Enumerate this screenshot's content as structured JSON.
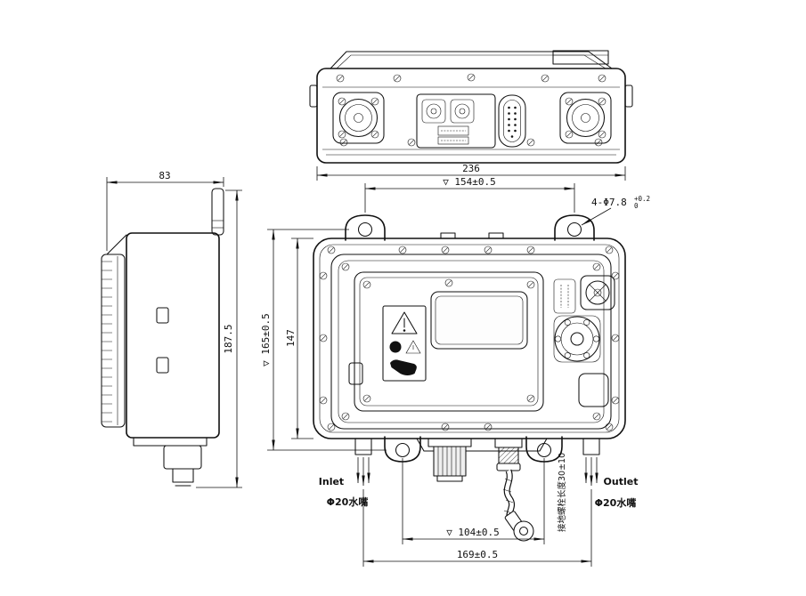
{
  "colors": {
    "line": "#111111",
    "background": "#ffffff"
  },
  "top_view": {
    "width_dim": "236"
  },
  "side_view": {
    "depth_dim": "83",
    "height_dim": "187.5"
  },
  "front_view": {
    "top_hole_span_dim": "▽ 154±0.5",
    "hole_callout": "4-Φ7.8",
    "hole_tol_upper": "+0.2",
    "hole_tol_lower": "0",
    "vertical_hole_span_dim": "▽ 165±0.5",
    "body_height_dim": "147",
    "bottom_hole_span_dim": "▽ 104±0.5",
    "nozzle_span_dim": "169±0.5",
    "inlet_label": "Inlet",
    "outlet_label": "Outlet",
    "inlet_nozzle_note": "Φ20水嘴",
    "outlet_nozzle_note": "Φ20水嘴",
    "ground_bolt_note": "接地螺栓长度30±10"
  }
}
